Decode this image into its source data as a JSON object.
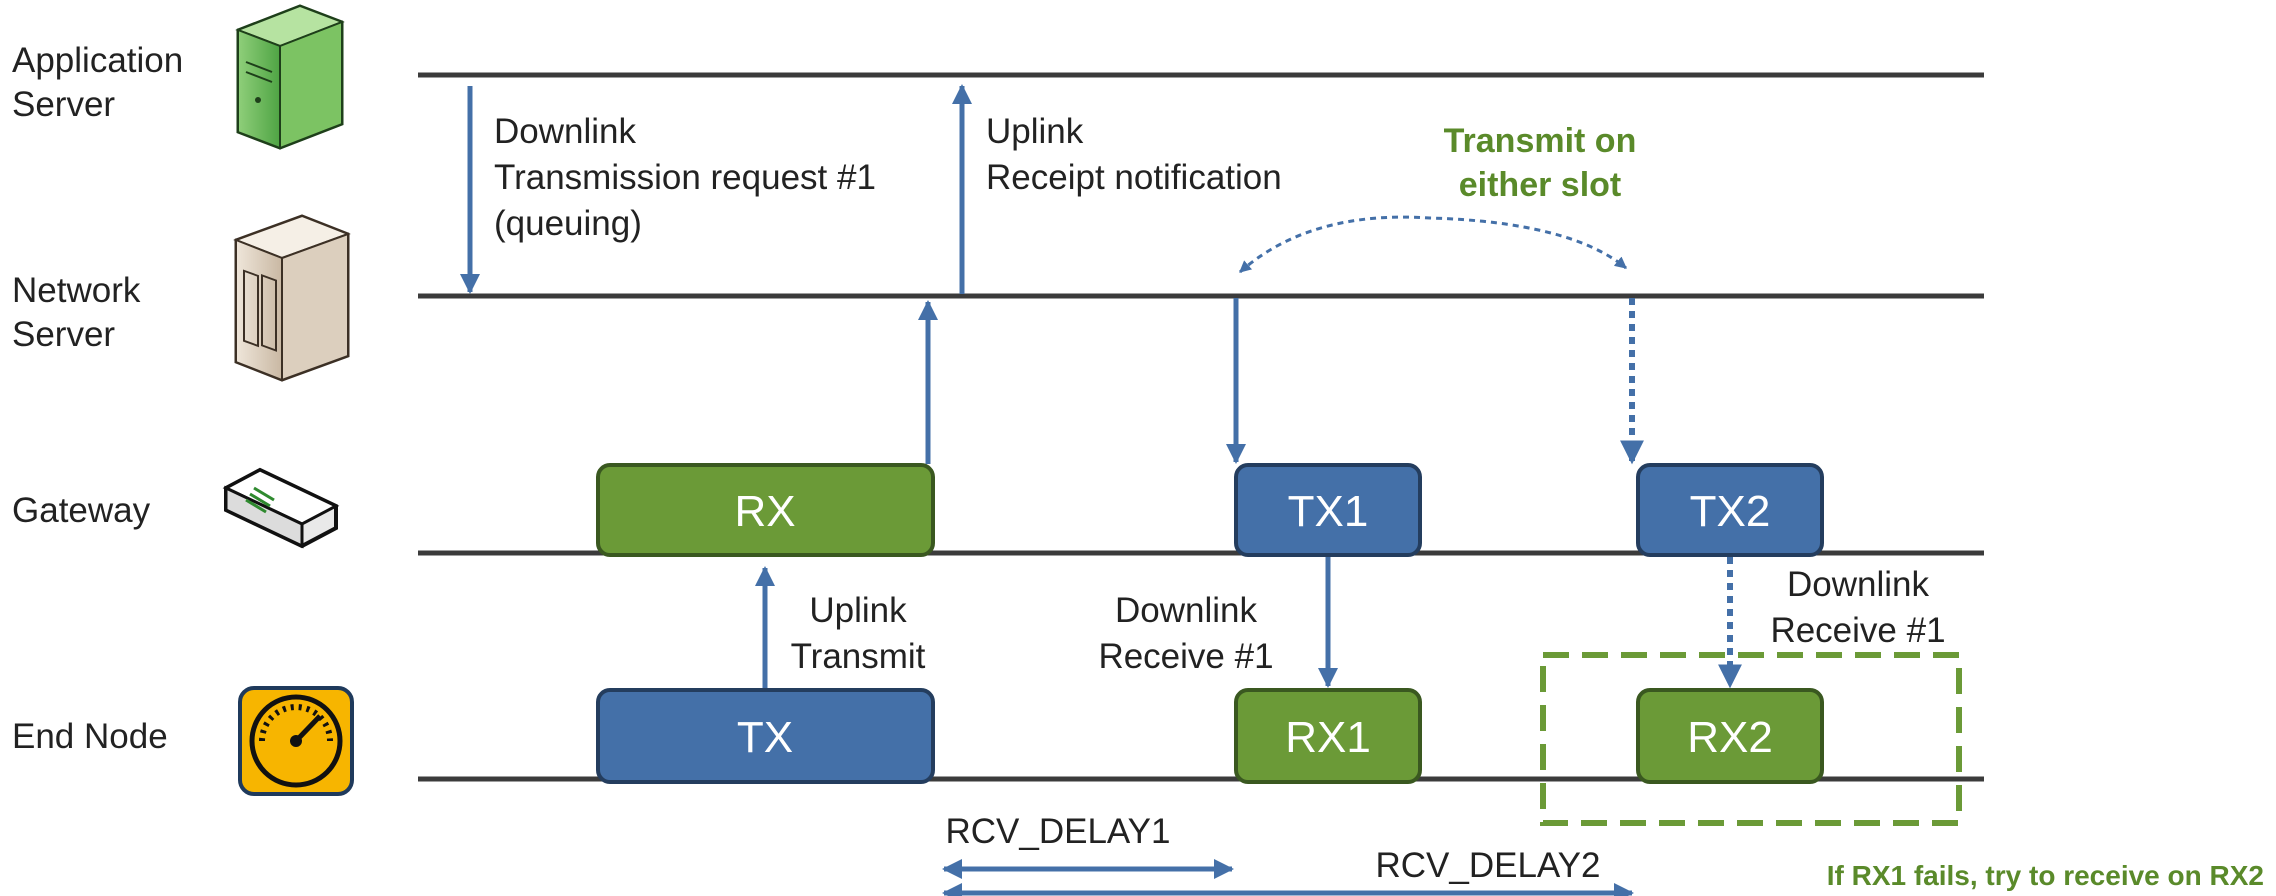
{
  "tiers": {
    "app_server": [
      "Application",
      "Server"
    ],
    "network_server": [
      "Network",
      "Server"
    ],
    "gateway": "Gateway",
    "end_node": "End Node"
  },
  "arrows": {
    "downlink_request": [
      "Downlink",
      "Transmission request #1",
      "(queuing)"
    ],
    "uplink_receipt": [
      "Uplink",
      "Receipt notification"
    ],
    "uplink_transmit": [
      "Uplink",
      "Transmit"
    ],
    "downlink_receive_1": [
      "Downlink",
      "Receive #1"
    ],
    "downlink_receive_2": [
      "Downlink",
      "Receive #1"
    ]
  },
  "boxes": {
    "gw_rx": "RX",
    "gw_tx1": "TX1",
    "gw_tx2": "TX2",
    "node_tx": "TX",
    "node_rx1": "RX1",
    "node_rx2": "RX2"
  },
  "notes": {
    "either_slot": [
      "Transmit on",
      "either slot"
    ],
    "rx1_fail": "If RX1 fails, try to receive on RX2"
  },
  "delays": {
    "rcv_delay1": "RCV_DELAY1",
    "rcv_delay2": "RCV_DELAY2"
  },
  "colors": {
    "green": "#6b9a37",
    "blue": "#4470a8",
    "arrow": "#4470a8",
    "dash_green": "#6b9a37",
    "note_green": "#5a8a2a",
    "rule": "#3b3b3b"
  },
  "icons": {
    "app_server": "server-tower-icon",
    "network_server": "server-cabinet-icon",
    "gateway": "gateway-router-icon",
    "end_node": "gauge-meter-icon"
  }
}
